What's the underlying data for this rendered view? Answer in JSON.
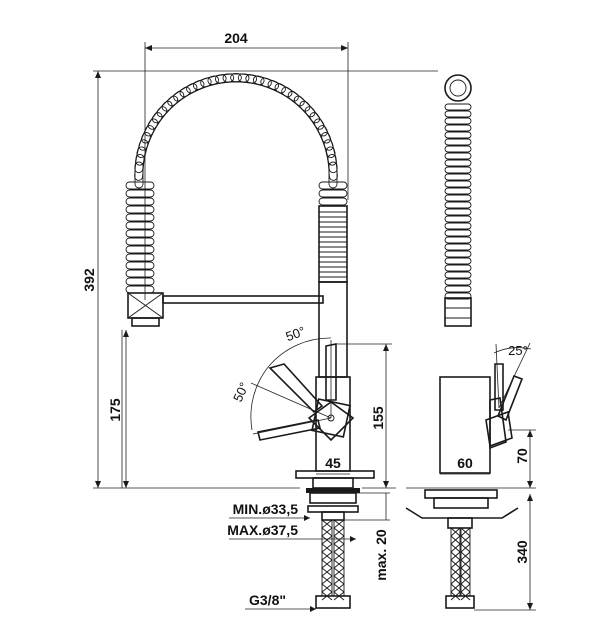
{
  "dimensions": {
    "overall_width": "204",
    "overall_height": "392",
    "spout_height": "175",
    "body_height": "155",
    "body_width": "45",
    "side_body_width": "60",
    "side_lever_height": "70",
    "hose_length": "340",
    "max_deck": "max. 20",
    "hole_min": "MIN.ø33,5",
    "hole_max": "MAX.ø37,5",
    "connection": "G3/8\""
  },
  "angles": {
    "front_upper": "50°",
    "front_lower": "50°",
    "side": "25°"
  }
}
